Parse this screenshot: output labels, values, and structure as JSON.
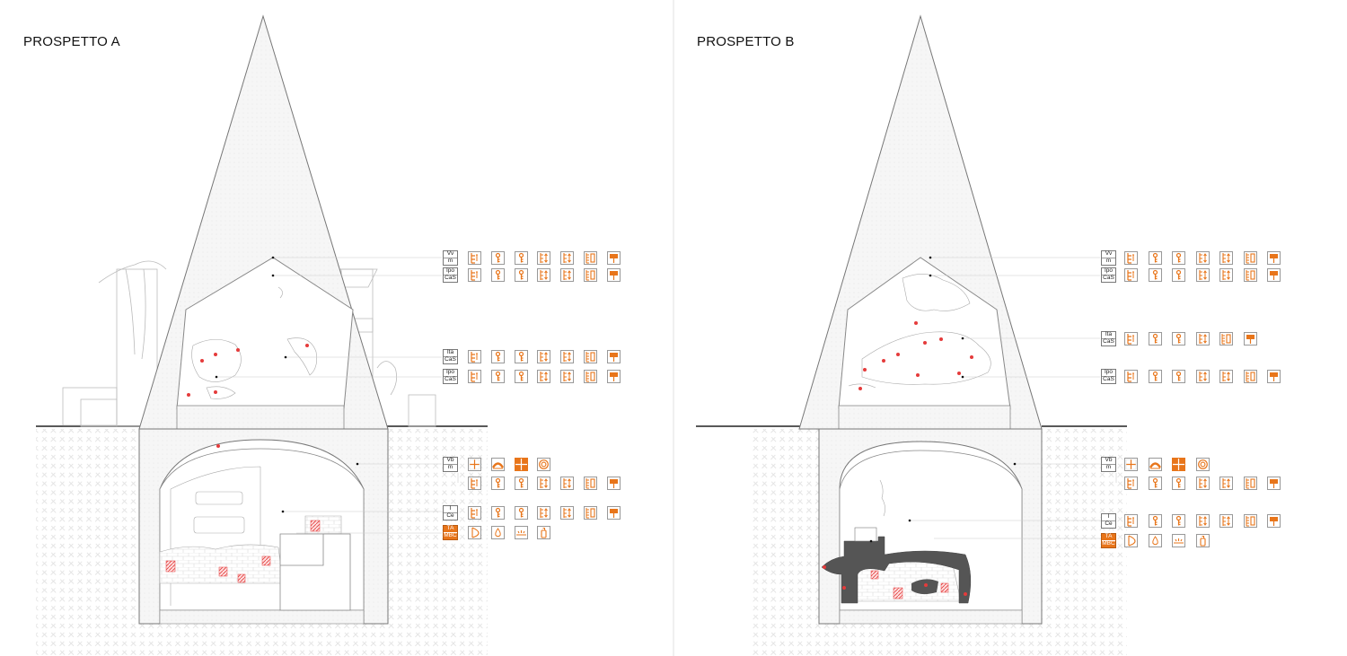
{
  "panels": [
    {
      "title": "PROSPETTO A",
      "rows": [
        {
          "codes": [
            "Vv",
            "m"
          ],
          "filled": false,
          "icons": [
            "col-strips",
            "key",
            "key",
            "col-arrows",
            "col-arrows",
            "col-bars",
            "sign"
          ]
        },
        {
          "codes": [
            "Ipo",
            "CaS"
          ],
          "filled": false,
          "icons": [
            "col-strips",
            "key",
            "key",
            "col-arrows",
            "col-arrows",
            "col-bars",
            "sign"
          ]
        },
        {
          "codes": [
            "Ita",
            "CaS"
          ],
          "filled": false,
          "icons": [
            "col-strips",
            "key",
            "key",
            "col-arrows",
            "col-arrows",
            "col-bars",
            "sign"
          ]
        },
        {
          "codes": [
            "Ipo",
            "CaS"
          ],
          "filled": false,
          "icons": [
            "col-strips",
            "key",
            "key",
            "col-arrows",
            "col-arrows",
            "col-bars",
            "sign"
          ]
        },
        {
          "codes": [
            "Vb",
            "m"
          ],
          "filled": false,
          "icons": [
            "grid-cross",
            "arch",
            "grid-solid",
            "ring"
          ]
        },
        {
          "codes": [],
          "filled": false,
          "icons": [
            "col-strips",
            "key",
            "key",
            "col-arrows",
            "col-arrows",
            "col-bars",
            "sign"
          ]
        },
        {
          "codes": [
            "I",
            "Ce"
          ],
          "filled": false,
          "icons": [
            "col-strips",
            "key",
            "key",
            "col-arrows",
            "col-arrows",
            "col-bars",
            "sign"
          ]
        },
        {
          "codes": [
            "TA",
            "MBC"
          ],
          "filled": true,
          "icons": [
            "half-arch",
            "drop",
            "wave",
            "bottle"
          ]
        }
      ]
    },
    {
      "title": "PROSPETTO B",
      "rows": [
        {
          "codes": [
            "Vv",
            "m"
          ],
          "filled": false,
          "icons": [
            "col-strips",
            "key",
            "key",
            "col-arrows",
            "col-arrows",
            "col-bars",
            "sign"
          ]
        },
        {
          "codes": [
            "Ipo",
            "CaS"
          ],
          "filled": false,
          "icons": [
            "col-strips",
            "key",
            "key",
            "col-arrows",
            "col-arrows",
            "col-bars",
            "sign"
          ]
        },
        {
          "codes": [
            "Ita",
            "CaS"
          ],
          "filled": false,
          "icons": [
            "col-strips",
            "key",
            "key",
            "col-arrows",
            "col-bars",
            "sign"
          ]
        },
        {
          "codes": [
            "Ipo",
            "CaS"
          ],
          "filled": false,
          "icons": [
            "col-strips",
            "key",
            "key",
            "col-arrows",
            "col-arrows",
            "col-bars",
            "sign"
          ]
        },
        {
          "codes": [
            "Vb",
            "m"
          ],
          "filled": false,
          "icons": [
            "grid-cross",
            "arch",
            "grid-solid",
            "ring"
          ]
        },
        {
          "codes": [],
          "filled": false,
          "icons": [
            "col-strips",
            "key",
            "key",
            "col-arrows",
            "col-arrows",
            "col-bars",
            "sign"
          ]
        },
        {
          "codes": [
            "I",
            "Ce"
          ],
          "filled": false,
          "icons": [
            "col-strips",
            "key",
            "key",
            "col-arrows",
            "col-arrows",
            "col-bars",
            "sign"
          ]
        },
        {
          "codes": [
            "TA",
            "MBC"
          ],
          "filled": true,
          "icons": [
            "half-arch",
            "drop",
            "wave",
            "bottle"
          ]
        }
      ]
    }
  ],
  "colors": {
    "accent": "#e8751a",
    "line": "#555555",
    "fill": "#f2f2f2",
    "dark": "#555555",
    "red": "#e53b3b"
  }
}
